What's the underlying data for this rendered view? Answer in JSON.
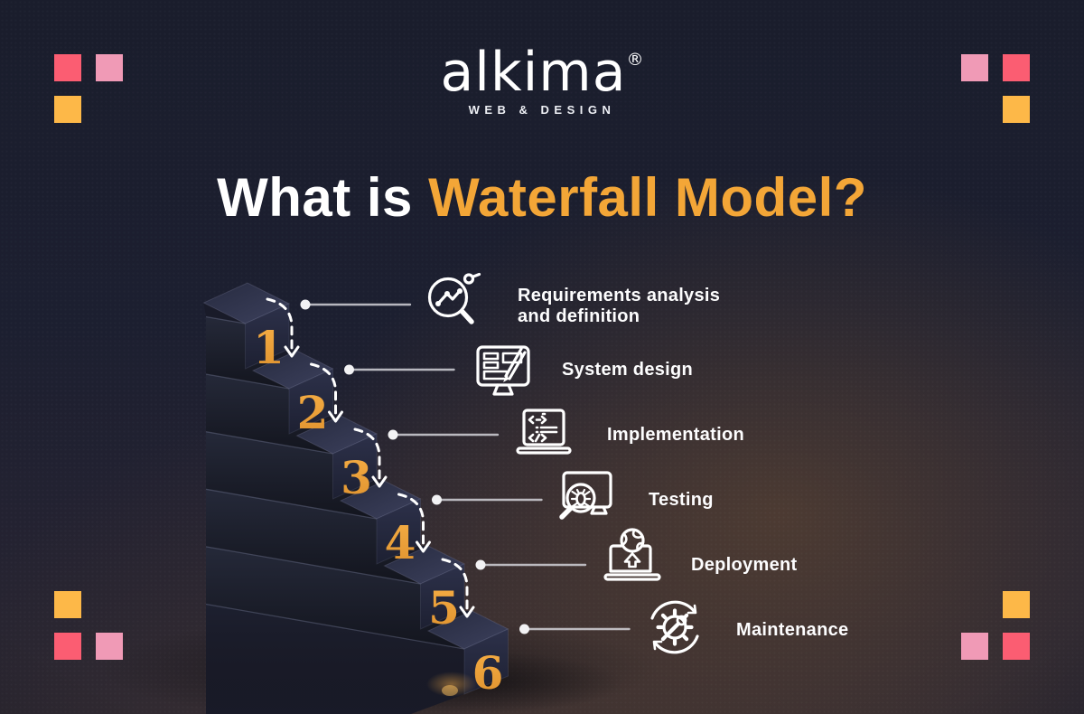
{
  "brand": {
    "name": "alkima",
    "registered": "®",
    "tagline": "WEB & DESIGN"
  },
  "title": {
    "prefix": "What is ",
    "highlight": "Waterfall Model?"
  },
  "steps": [
    {
      "number": "1",
      "label": "Requirements analysis and definition",
      "label_line1": "Requirements analysis",
      "label_line2": "and definition",
      "icon": "requirements-analysis-icon"
    },
    {
      "number": "2",
      "label": "System design",
      "icon": "system-design-icon"
    },
    {
      "number": "3",
      "label": "Implementation",
      "icon": "implementation-icon"
    },
    {
      "number": "4",
      "label": "Testing",
      "icon": "testing-icon"
    },
    {
      "number": "5",
      "label": "Deployment",
      "icon": "deployment-icon"
    },
    {
      "number": "6",
      "label": "Maintenance",
      "icon": "maintenance-icon"
    }
  ],
  "colors": {
    "background_navy": "#1b1e2d",
    "background_brown": "#473930",
    "accent_orange": "#f3a637",
    "step_number_orange": "#f0a23b",
    "square_red": "#fb5d72",
    "square_pink": "#f09ab6",
    "square_orange": "#fdb848",
    "step_front_face": "#272b40",
    "step_top_face": "#343852",
    "step_side_face": "#171a26",
    "text_white": "#ffffff",
    "connector_gray": "#d2d2d8"
  }
}
